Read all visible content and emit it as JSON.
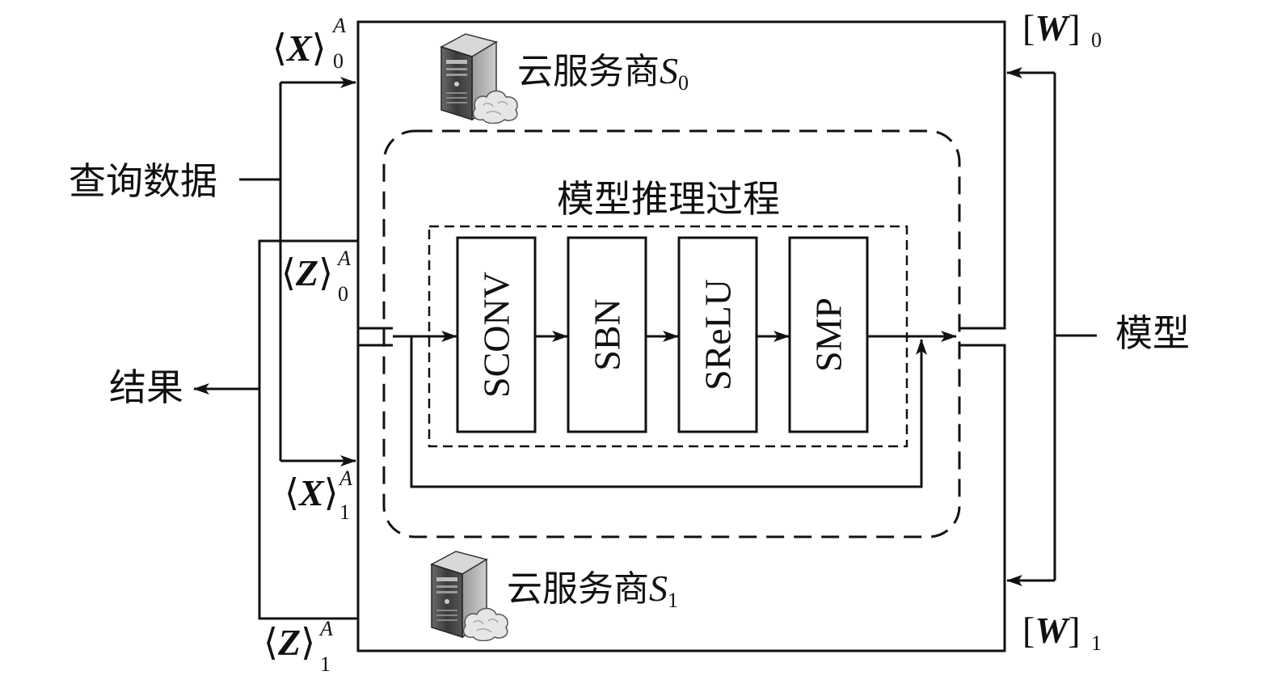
{
  "labels": {
    "query_data": "查询数据",
    "result": "结果",
    "model": "模型",
    "inference_title": "模型推理过程",
    "server0": {
      "name": "云服务商",
      "symbol": "S",
      "sub": "0"
    },
    "server1": {
      "name": "云服务商",
      "symbol": "S",
      "sub": "1"
    },
    "x0": {
      "symbol": "X",
      "sup": "A",
      "sub": "0"
    },
    "x1": {
      "symbol": "X",
      "sup": "A",
      "sub": "1"
    },
    "z0": {
      "symbol": "Z",
      "sup": "A",
      "sub": "0"
    },
    "z1": {
      "symbol": "Z",
      "sup": "A",
      "sub": "1"
    },
    "w0": {
      "symbol": "W",
      "sub": "0"
    },
    "w1": {
      "symbol": "W",
      "sub": "1"
    }
  },
  "blocks": [
    {
      "id": "sconv",
      "label": "SCONV"
    },
    {
      "id": "sbn",
      "label": "SBN"
    },
    {
      "id": "srelu",
      "label": "SReLU"
    },
    {
      "id": "smp",
      "label": "SMP"
    }
  ],
  "icons": {
    "server": "server-cloud-icon"
  }
}
